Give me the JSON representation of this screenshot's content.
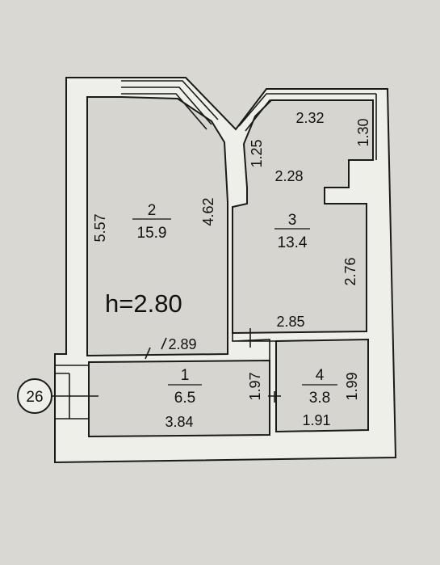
{
  "plan": {
    "apartment_number": "26",
    "ceiling_height": "h=2.80",
    "rooms": [
      {
        "number": "1",
        "area": "6.5"
      },
      {
        "number": "2",
        "area": "15.9"
      },
      {
        "number": "3",
        "area": "13.4"
      },
      {
        "number": "4",
        "area": "3.8"
      }
    ],
    "dimensions": {
      "room2_left": "5.57",
      "room2_right": "4.62",
      "room2_bottom": "2.89",
      "room1_bottom": "3.84",
      "room1_right": "1.97",
      "room3_top": "2.32",
      "room3_top_right": "1.30",
      "room3_left_step": "1.25",
      "room3_mid": "2.28",
      "room3_right": "2.76",
      "room3_bottom": "2.85",
      "room4_right": "1.99",
      "room4_bottom": "1.91"
    }
  }
}
